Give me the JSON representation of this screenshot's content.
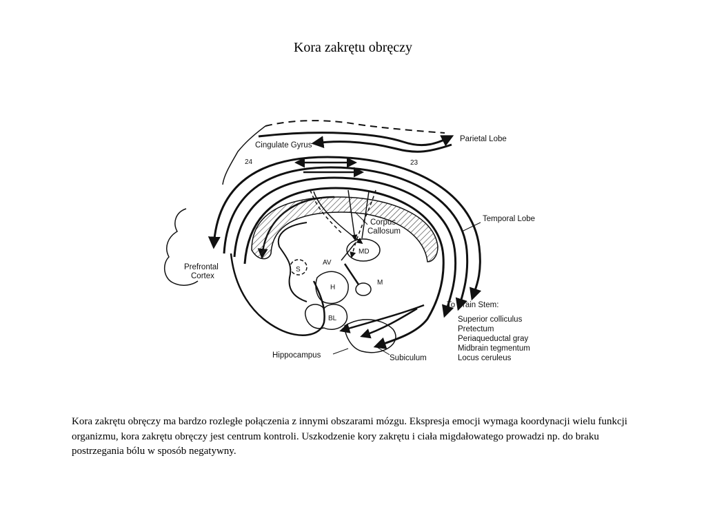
{
  "title": "Kora zakrętu obręczy",
  "figure": {
    "labels": {
      "cingulate_gyrus": "Cingulate Gyrus",
      "area_24": "24",
      "area_23": "23",
      "parietal_lobe": "Parietal Lobe",
      "temporal_lobe": "Temporal Lobe",
      "corpus_callosum_line1": "Corpus",
      "corpus_callosum_line2": "Callosum",
      "prefrontal_line1": "Prefrontal",
      "prefrontal_line2": "Cortex",
      "av": "AV",
      "md": "MD",
      "s": "S",
      "h": "H",
      "m": "M",
      "bl": "BL",
      "hippocampus": "Hippocampus",
      "subiculum": "Subiculum",
      "to_brain_stem": "To Brain Stem:",
      "brain_stem_targets": [
        "Superior colliculus",
        "Pretectum",
        "Periaqueductal gray",
        "Midbrain tegmentum",
        "Locus ceruleus"
      ]
    }
  },
  "caption": "Kora zakrętu obręczy ma bardzo rozległe połączenia z innymi obszarami mózgu. Ekspresja emocji wymaga koordynacji wielu funkcji organizmu, kora zakrętu obręczy jest centrum kontroli. Uszkodzenie kory zakrętu i ciała migdałowatego prowadzi np. do braku postrzegania bólu w sposób negatywny."
}
